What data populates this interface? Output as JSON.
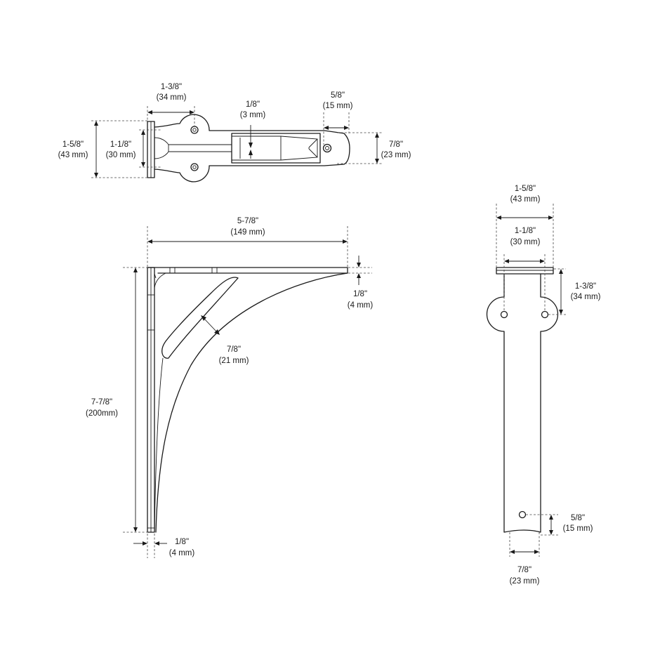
{
  "dimensions": {
    "top_view": {
      "overall_height": {
        "imperial": "1-5/8\"",
        "metric": "(43 mm)"
      },
      "hole_spacing": {
        "imperial": "1-1/8\"",
        "metric": "(30 mm)"
      },
      "hole_offset": {
        "imperial": "1-3/8\"",
        "metric": "(34 mm)"
      },
      "slot_width": {
        "imperial": "1/8\"",
        "metric": "(3 mm)"
      },
      "end_hole": {
        "imperial": "5/8\"",
        "metric": "(15 mm)"
      },
      "arm_width": {
        "imperial": "7/8\"",
        "metric": "(23 mm)"
      }
    },
    "side_view": {
      "depth": {
        "imperial": "5-7/8\"",
        "metric": "(149 mm)"
      },
      "height": {
        "imperial": "7-7/8\"",
        "metric": "(200mm)"
      },
      "top_thickness": {
        "imperial": "1/8\"",
        "metric": "(4 mm)"
      },
      "brace_width": {
        "imperial": "7/8\"",
        "metric": "(21 mm)"
      },
      "wall_thickness": {
        "imperial": "1/8\"",
        "metric": "(4 mm)"
      }
    },
    "front_view": {
      "overall_width": {
        "imperial": "1-5/8\"",
        "metric": "(43 mm)"
      },
      "hole_spacing": {
        "imperial": "1-1/8\"",
        "metric": "(30 mm)"
      },
      "hole_drop": {
        "imperial": "1-3/8\"",
        "metric": "(34 mm)"
      },
      "bottom_hole": {
        "imperial": "5/8\"",
        "metric": "(15 mm)"
      },
      "bottom_width": {
        "imperial": "7/8\"",
        "metric": "(23 mm)"
      }
    }
  }
}
